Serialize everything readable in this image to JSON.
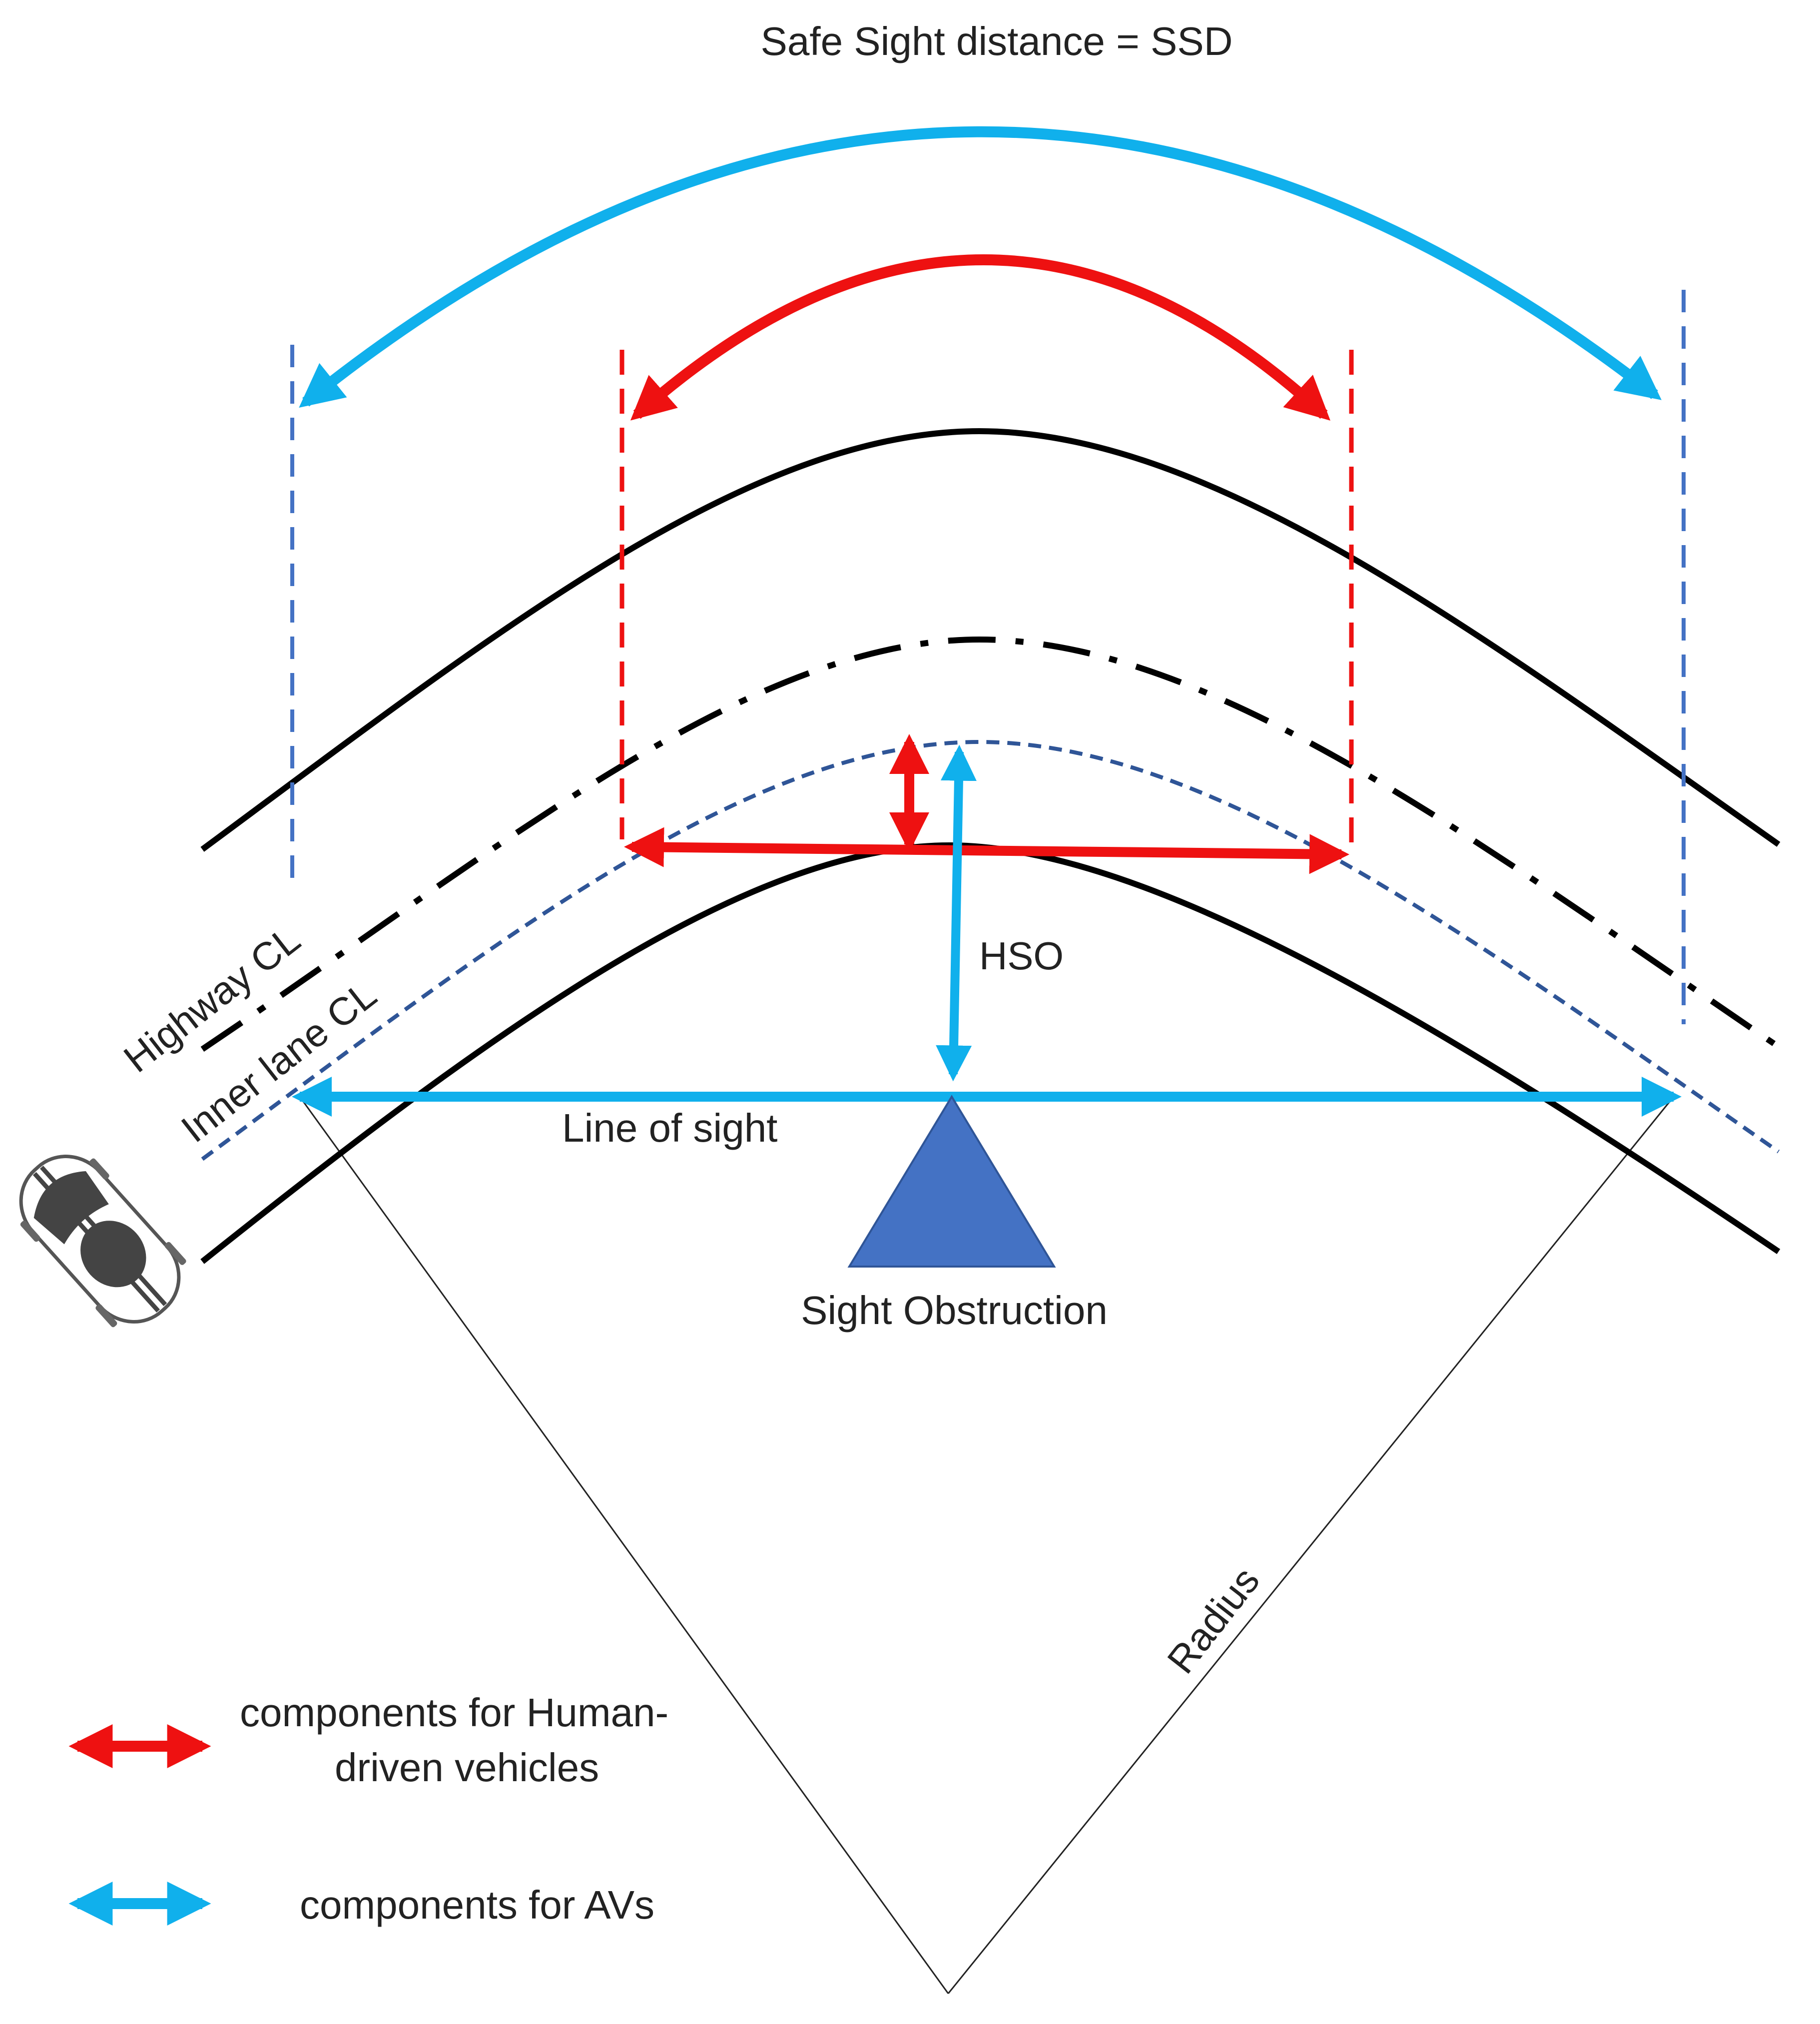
{
  "labels": {
    "ssd": "Safe Sight distance = SSD",
    "hso": "HSO",
    "line_of_sight": "Line of sight",
    "sight_obstruction": "Sight Obstruction",
    "highway_cl": "Highway CL",
    "inner_lane_cl": "Inner lane CL",
    "radius": "Radius"
  },
  "legend": {
    "human_line1": "components  for Human-",
    "human_line2": "driven vehicles",
    "av": "components  for AVs"
  },
  "colors": {
    "human": "#ee1111",
    "av": "#10b0ec",
    "av_marker": "#4472c4",
    "inner_lane": "#2f5597",
    "obstruction": "#4472c4",
    "road": "#000000"
  },
  "icons": {
    "vehicle": "race-car-icon"
  }
}
